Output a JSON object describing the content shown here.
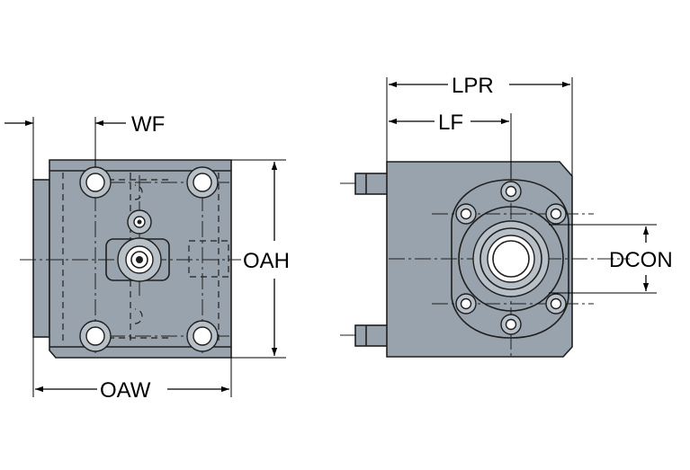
{
  "labels": {
    "wf": "WF",
    "oah": "OAH",
    "oaw": "OAW",
    "lpr": "LPR",
    "lf": "LF",
    "dcon": "DCON"
  },
  "colors": {
    "part_fill": "#99a3ad",
    "line": "#1f1f1f",
    "background": "#ffffff"
  }
}
